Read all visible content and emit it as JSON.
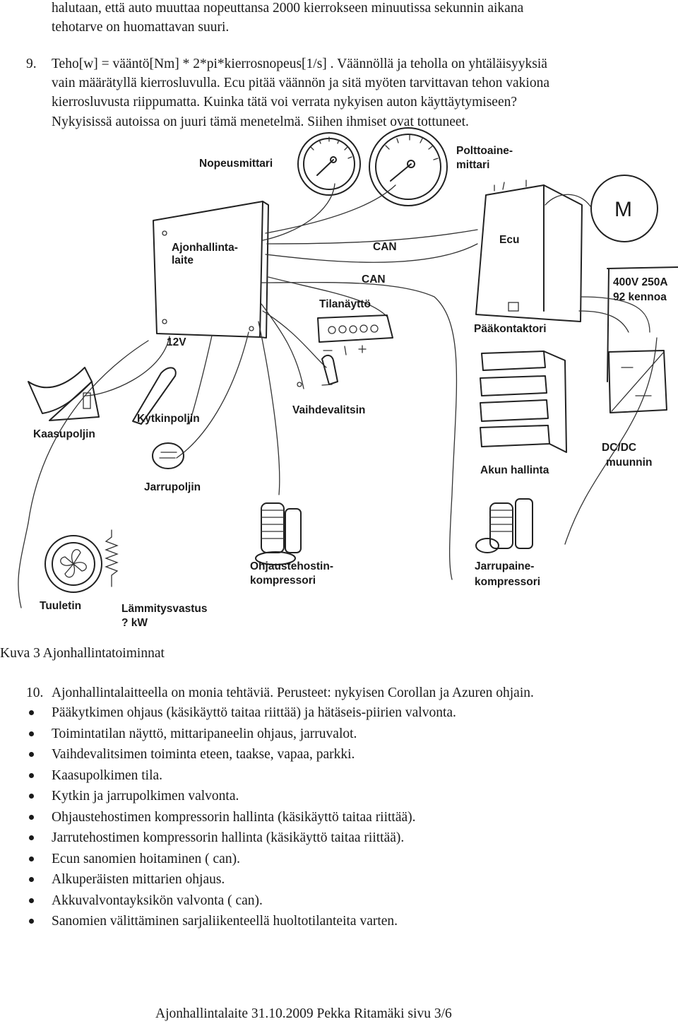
{
  "intro": {
    "line1": "halutaan, että auto muuttaa nopeuttansa 2000 kierrokseen minuutissa sekunnin aikana",
    "line2": "tehotarve on huomattavan suuri."
  },
  "item9": {
    "number": "9.",
    "line1": "Teho[w] = vääntö[Nm] * 2*pi*kierrosnopeus[1/s] . Väännöllä ja teholla on yhtäläisyyksiä",
    "line2": "vain määrätyllä kierrosluvulla. Ecu pitää väännön ja sitä myöten tarvittavan tehon  vakiona",
    "line3": "kierrosluvusta riippumatta. Kuinka tätä voi verrata nykyisen auton käyttäytymiseen?",
    "line4": "Nykyisissä autoissa on juuri tämä menetelmä. Siihen ihmiset ovat tottuneet."
  },
  "diagram": {
    "labels": {
      "nopeusmittari": "Nopeusmittari",
      "polttoaine1": "Polttoaine-",
      "polttoaine2": "mittari",
      "m": "M",
      "ajonhallinta1": "Ajonhallinta-",
      "ajonhallinta2": "laite",
      "can1": "CAN",
      "can2": "CAN",
      "ecu": "Ecu",
      "battery1": "400V 250A",
      "battery2": "92 kennoa",
      "tilanaytto": "Tilanäyttö",
      "paakontaktori": "Pääkontaktori",
      "v12": "12V",
      "kaasupoljin": "Kaasupoljin",
      "kytkinpoljin": "Kytkinpoljin",
      "vaihdevalitsin": "Vaihdevalitsin",
      "dcdc1": "DC/DC",
      "dcdc2": "muunnin",
      "akun": "Akun hallinta",
      "jarrupoljin": "Jarrupoljin",
      "ohjaus1": "Ohjaustehostin-",
      "ohjaus2": "kompressori",
      "jarru1": "Jarrupaine-",
      "jarru2": "kompressori",
      "tuuletin": "Tuuletin",
      "lammitys1": "Lämmitysvastus",
      "lammitys2": "? kW"
    }
  },
  "caption": "Kuva 3 Ajonhallintatoiminnat",
  "item10": {
    "number": "10.",
    "text": "Ajonhallintalaitteella on monia tehtäviä. Perusteet: nykyisen Corollan ja Azuren ohjain."
  },
  "bullets": [
    "Pääkytkimen ohjaus (käsikäyttö taitaa riittää) ja hätäseis-piirien valvonta.",
    "Toimintatilan näyttö, mittaripaneelin ohjaus, jarruvalot.",
    "Vaihdevalitsimen toiminta eteen, taakse, vapaa, parkki.",
    "Kaasupolkimen tila.",
    "Kytkin ja jarrupolkimen valvonta.",
    "Ohjaustehostimen kompressorin hallinta (käsikäyttö taitaa riittää).",
    "Jarrutehostimen kompressorin hallinta (käsikäyttö taitaa riittää).",
    "Ecun sanomien hoitaminen ( can).",
    "Alkuperäisten mittarien ohjaus.",
    "Akkuvalvontayksikön valvonta ( can).",
    "Sanomien välittäminen sarjaliikenteellä huoltotilanteita varten."
  ],
  "footer": "Ajonhallintalaite 31.10.2009 Pekka Ritamäki sivu 3/6"
}
